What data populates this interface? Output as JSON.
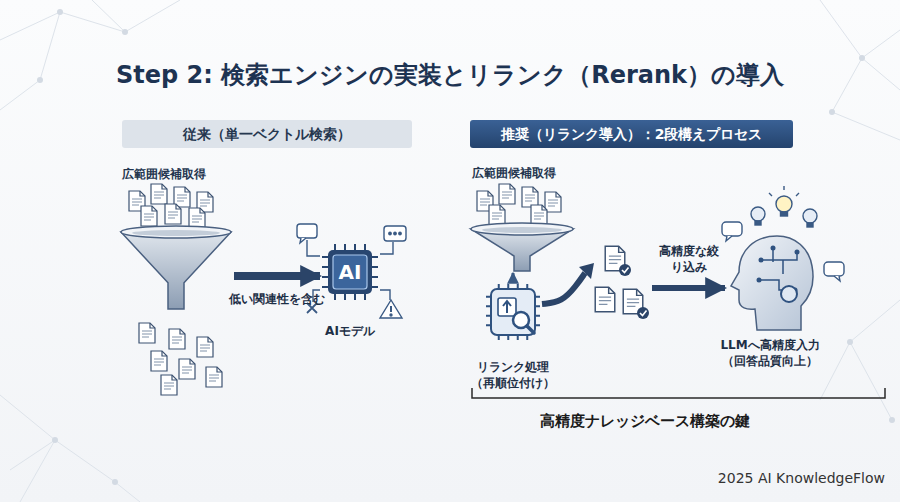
{
  "diagram": {
    "title": "Step 2: 検索エンジンの実装とリランク（Rerank）の導入",
    "nodes": [
      {
        "text": [
          "従来（単一ベクトル検索）"
        ]
      },
      {
        "text": [
          "広範囲候補取得"
        ]
      },
      {
        "text": [
          "AI",
          "AIモデル"
        ]
      },
      {
        "text": [
          "推奨（リランク導入）：2段構えプロセス"
        ]
      },
      {
        "text": [
          "広範囲候補取得"
        ]
      },
      {
        "text": [
          "リランク処理 （再順位付け）"
        ]
      },
      {
        "text": [
          "LLMへ高精度入力 （回答品質向上）"
        ]
      }
    ],
    "edges": [
      {
        "from": 1,
        "to": 2,
        "arrow": "to",
        "label": "低い関連性を含む"
      },
      {
        "from": 5,
        "to": 4,
        "arrow": "to"
      },
      {
        "from": 5,
        "to": 6,
        "arrow": "to",
        "label": "高精度な絞り込み"
      }
    ],
    "labels": [
      "高精度ナレッジベース構築の鍵",
      "2025 AI KnowledgeFlow"
    ]
  }
}
